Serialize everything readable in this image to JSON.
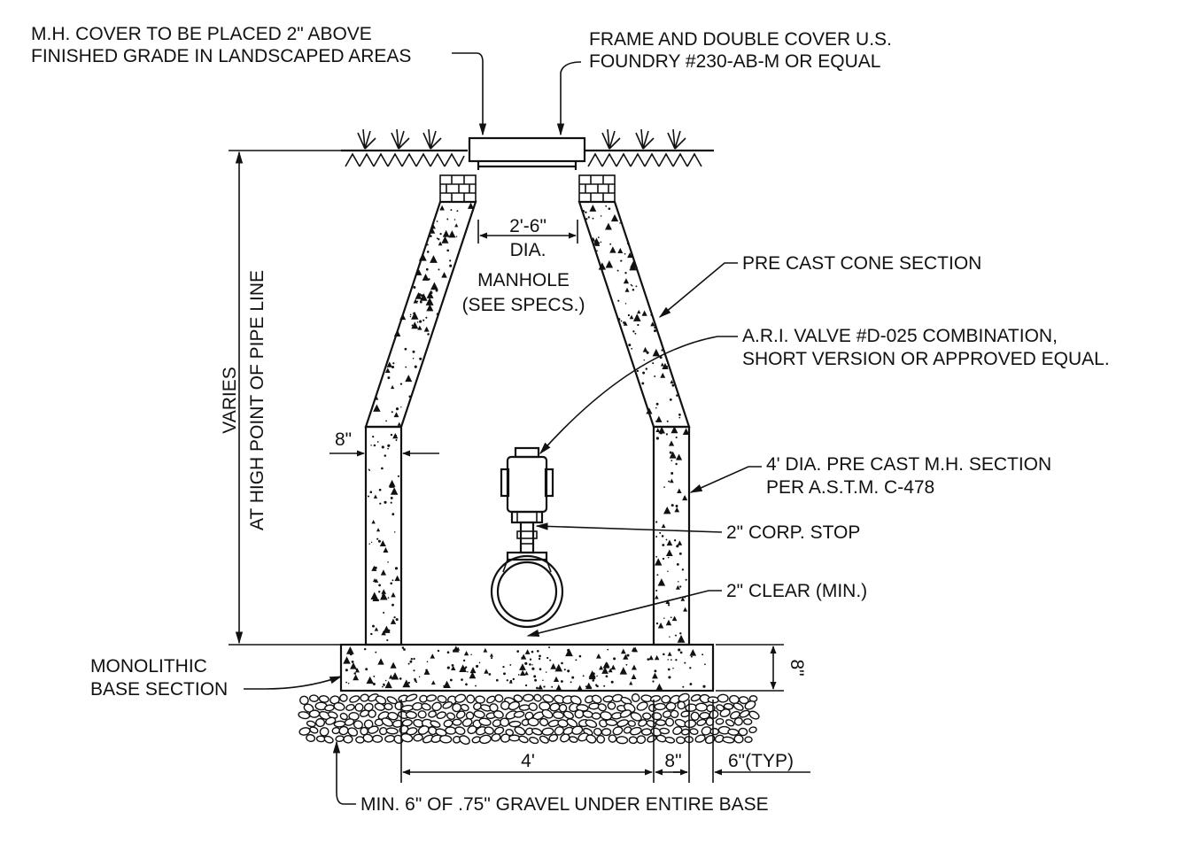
{
  "callouts": {
    "mh_cover": [
      "M.H. COVER TO BE PLACED 2\" ABOVE",
      "FINISHED GRADE IN LANDSCAPED AREAS"
    ],
    "frame_cover": [
      "FRAME AND DOUBLE COVER U.S.",
      "FOUNDRY #230-AB-M OR EQUAL"
    ],
    "dia": [
      "2'-6\"",
      "DIA."
    ],
    "manhole": [
      "MANHOLE",
      "(SEE SPECS.)"
    ],
    "cone": "PRE CAST CONE SECTION",
    "valve": [
      "A.R.I. VALVE #D-025 COMBINATION,",
      "SHORT VERSION OR APPROVED EQUAL."
    ],
    "varies": [
      "VARIES",
      "AT HIGH POINT OF PIPE LINE"
    ],
    "wall_thickness": "8\"",
    "mh_section": [
      "4' DIA. PRE CAST M.H. SECTION",
      "PER A.S.T.M. C-478"
    ],
    "corp_stop": "2\" CORP. STOP",
    "clear": "2\" CLEAR (MIN.)",
    "base": [
      "MONOLITHIC",
      "BASE SECTION"
    ],
    "base_thickness": "8\"",
    "dim_4ft": "4'",
    "dim_8in": "8\"",
    "dim_6in": "6\"(TYP)",
    "gravel": "MIN. 6\" OF .75\" GRAVEL UNDER ENTIRE BASE"
  }
}
